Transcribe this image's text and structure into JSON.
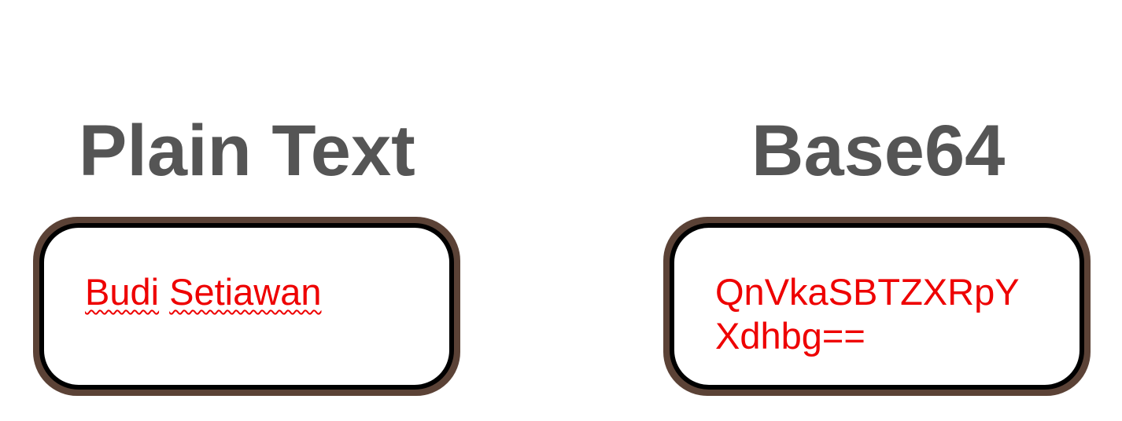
{
  "headings": {
    "plain": "Plain Text",
    "base64": "Base64"
  },
  "boxes": {
    "plain": {
      "word1": "Budi",
      "word2": "Setiawan"
    },
    "base64": {
      "line1": "QnVkaSBTZXRpY",
      "line2": "Xdhbg=="
    }
  },
  "colors": {
    "heading": "#555555",
    "text": "#ee0000",
    "border_outer": "#5b4236",
    "border_inner": "#000000"
  }
}
